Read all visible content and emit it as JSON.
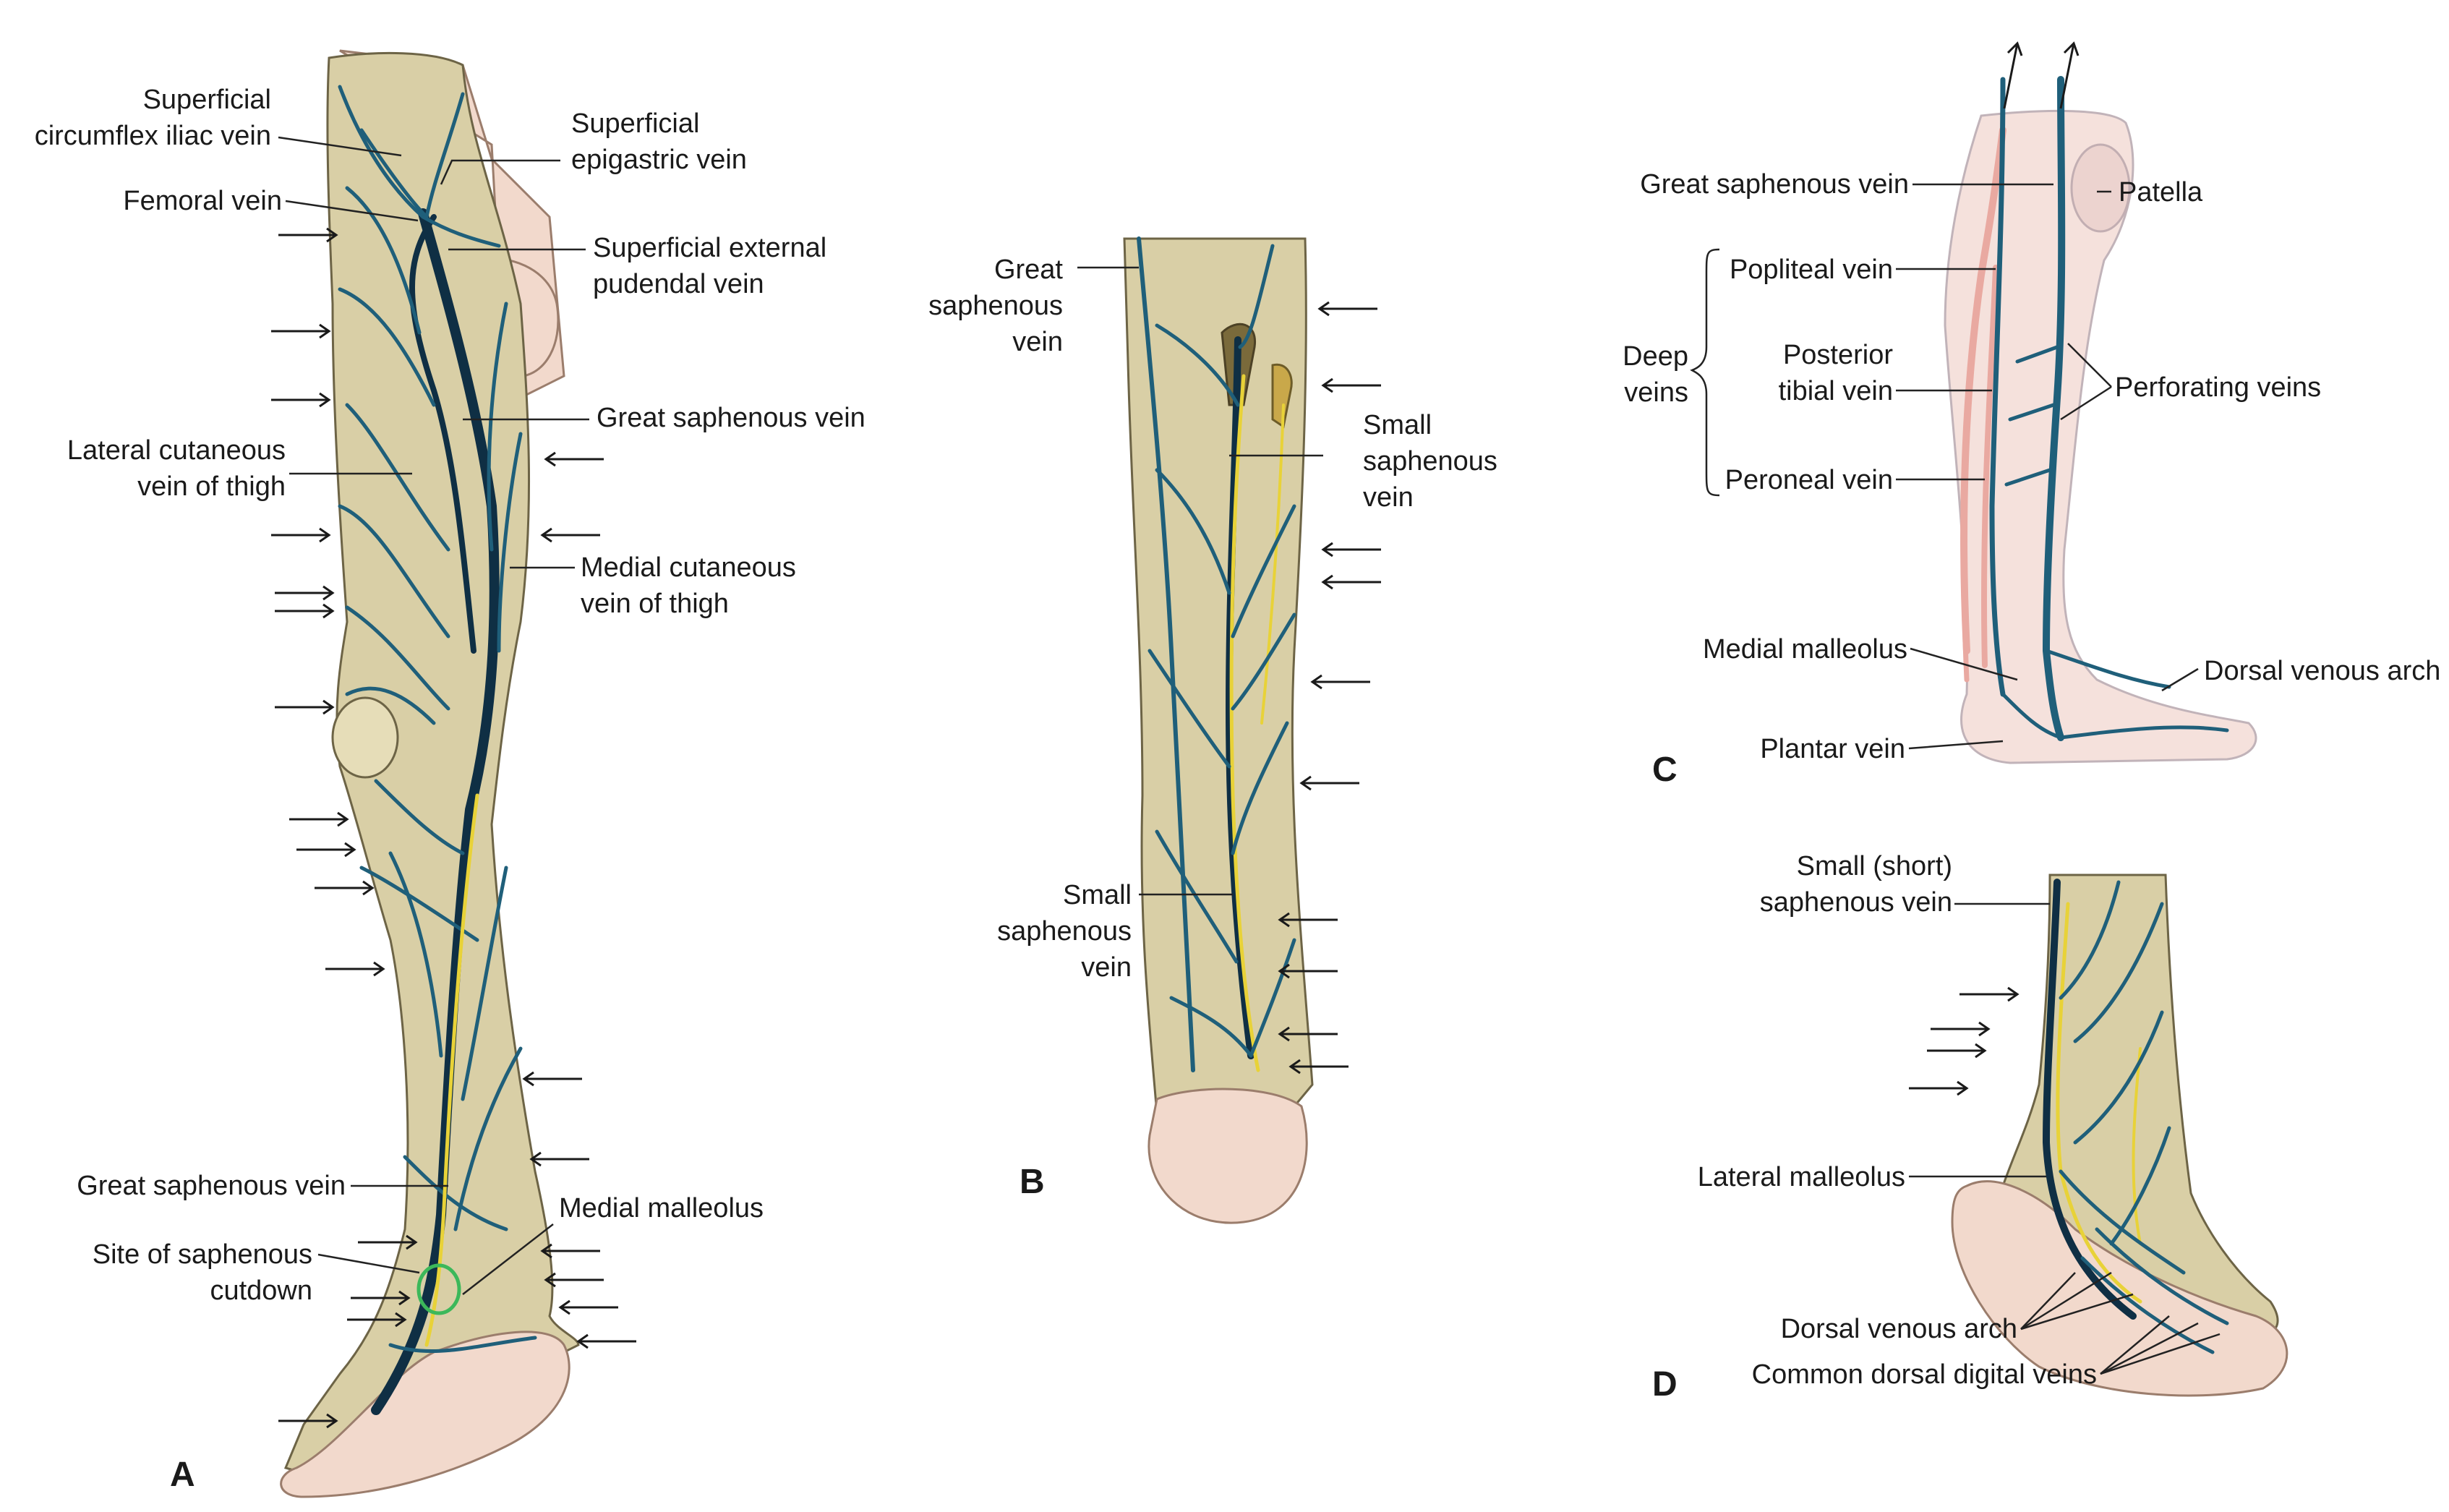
{
  "panels": {
    "a": {
      "letter": "A",
      "labels": {
        "sup_circ_iliac_1": "Superficial",
        "sup_circ_iliac_2": "circumflex iliac vein",
        "sup_epigastric_1": "Superficial",
        "sup_epigastric_2": "epigastric vein",
        "femoral": "Femoral vein",
        "sup_ext_pudendal_1": "Superficial external",
        "sup_ext_pudendal_2": "pudendal vein",
        "great_saph_upper": "Great saphenous vein",
        "lat_cut_1": "Lateral cutaneous",
        "lat_cut_2": "vein of thigh",
        "med_cut_1": "Medial cutaneous",
        "med_cut_2": "vein of thigh",
        "great_saph_lower": "Great saphenous vein",
        "medial_malleolus": "Medial malleolus",
        "cutdown_1": "Site of saphenous",
        "cutdown_2": "cutdown"
      }
    },
    "b": {
      "letter": "B",
      "labels": {
        "great_saph_1": "Great",
        "great_saph_2": "saphenous",
        "great_saph_3": "vein",
        "small_saph_r_1": "Small",
        "small_saph_r_2": "saphenous",
        "small_saph_r_3": "vein",
        "small_saph_l_1": "Small",
        "small_saph_l_2": "saphenous",
        "small_saph_l_3": "vein"
      }
    },
    "c": {
      "letter": "C",
      "labels": {
        "great_saph": "Great saphenous vein",
        "patella": "Patella",
        "popliteal": "Popliteal vein",
        "deep_1": "Deep",
        "deep_2": "veins",
        "post_tibial_1": "Posterior",
        "post_tibial_2": "tibial vein",
        "perforating": "Perforating veins",
        "peroneal": "Peroneal vein",
        "medial_malleolus": "Medial malleolus",
        "dorsal_arch": "Dorsal venous arch",
        "plantar": "Plantar vein"
      }
    },
    "d": {
      "letter": "D",
      "labels": {
        "small_short_1": "Small (short)",
        "small_short_2": "saphenous vein",
        "lateral_malleolus": "Lateral malleolus",
        "dorsal_arch": "Dorsal venous arch",
        "common_digital": "Common dorsal digital veins"
      }
    }
  },
  "colors": {
    "vein": "#1f5f7a",
    "skin": "#d9cfa6",
    "nerve": "#e8d238",
    "cutdown_circle": "#3cb85a"
  }
}
